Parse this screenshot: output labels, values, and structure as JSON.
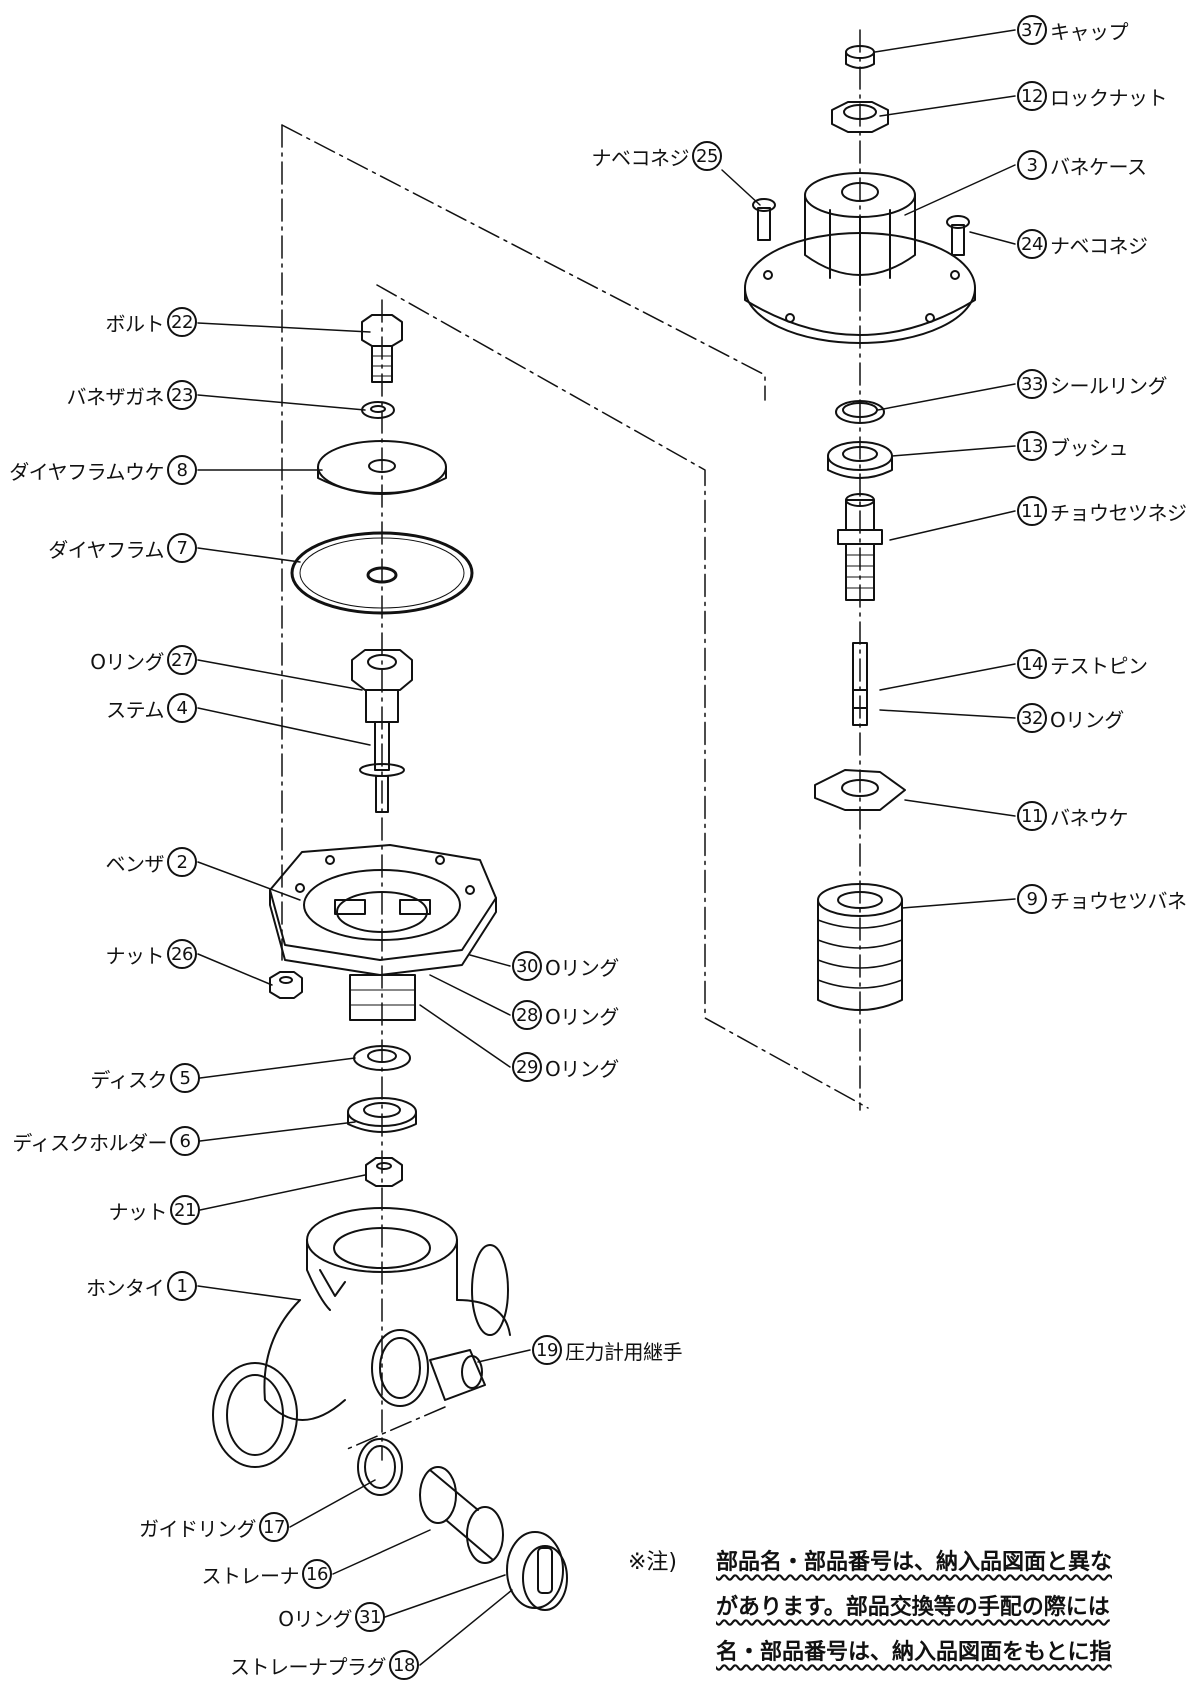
{
  "labels": [
    {
      "id": "p37",
      "name": "キャップ",
      "num": "37"
    },
    {
      "id": "p12",
      "name": "ロックナット",
      "num": "12"
    },
    {
      "id": "p25",
      "name": "ナベコネジ",
      "num": "25"
    },
    {
      "id": "p3",
      "name": "バネケース",
      "num": "3"
    },
    {
      "id": "p24",
      "name": "ナベコネジ",
      "num": "24"
    },
    {
      "id": "p22",
      "name": "ボルト",
      "num": "22"
    },
    {
      "id": "p23",
      "name": "バネザガネ",
      "num": "23"
    },
    {
      "id": "p33",
      "name": "シールリング",
      "num": "33"
    },
    {
      "id": "p13",
      "name": "ブッシュ",
      "num": "13"
    },
    {
      "id": "p8",
      "name": "ダイヤフラムウケ",
      "num": "8"
    },
    {
      "id": "p11a",
      "name": "チョウセツネジ",
      "num": "11"
    },
    {
      "id": "p7",
      "name": "ダイヤフラム",
      "num": "7"
    },
    {
      "id": "p27",
      "name": "Oリング",
      "num": "27"
    },
    {
      "id": "p14",
      "name": "テストピン",
      "num": "14"
    },
    {
      "id": "p4",
      "name": "ステム",
      "num": "4"
    },
    {
      "id": "p32",
      "name": "Oリング",
      "num": "32"
    },
    {
      "id": "p11b",
      "name": "バネウケ",
      "num": "11"
    },
    {
      "id": "p2",
      "name": "ベンザ",
      "num": "2"
    },
    {
      "id": "p9",
      "name": "チョウセツバネ",
      "num": "9"
    },
    {
      "id": "p26",
      "name": "ナット",
      "num": "26"
    },
    {
      "id": "p30",
      "name": "Oリング",
      "num": "30"
    },
    {
      "id": "p28",
      "name": "Oリング",
      "num": "28"
    },
    {
      "id": "p29",
      "name": "Oリング",
      "num": "29"
    },
    {
      "id": "p5",
      "name": "ディスク",
      "num": "5"
    },
    {
      "id": "p6",
      "name": "ディスクホルダー",
      "num": "6"
    },
    {
      "id": "p21",
      "name": "ナット",
      "num": "21"
    },
    {
      "id": "p1",
      "name": "ホンタイ",
      "num": "1"
    },
    {
      "id": "p19",
      "name": "圧力計用継手",
      "num": "19"
    },
    {
      "id": "p17",
      "name": "ガイドリング",
      "num": "17"
    },
    {
      "id": "p16",
      "name": "ストレーナ",
      "num": "16"
    },
    {
      "id": "p31",
      "name": "Oリング",
      "num": "31"
    },
    {
      "id": "p18",
      "name": "ストレーナプラグ",
      "num": "18"
    }
  ],
  "note": {
    "mark": "※注)",
    "lines": [
      "部品名・部品番号は、納入品図面と異な",
      "があります。部品交換等の手配の際には",
      "名・部品番号は、納入品図面をもとに指"
    ]
  }
}
